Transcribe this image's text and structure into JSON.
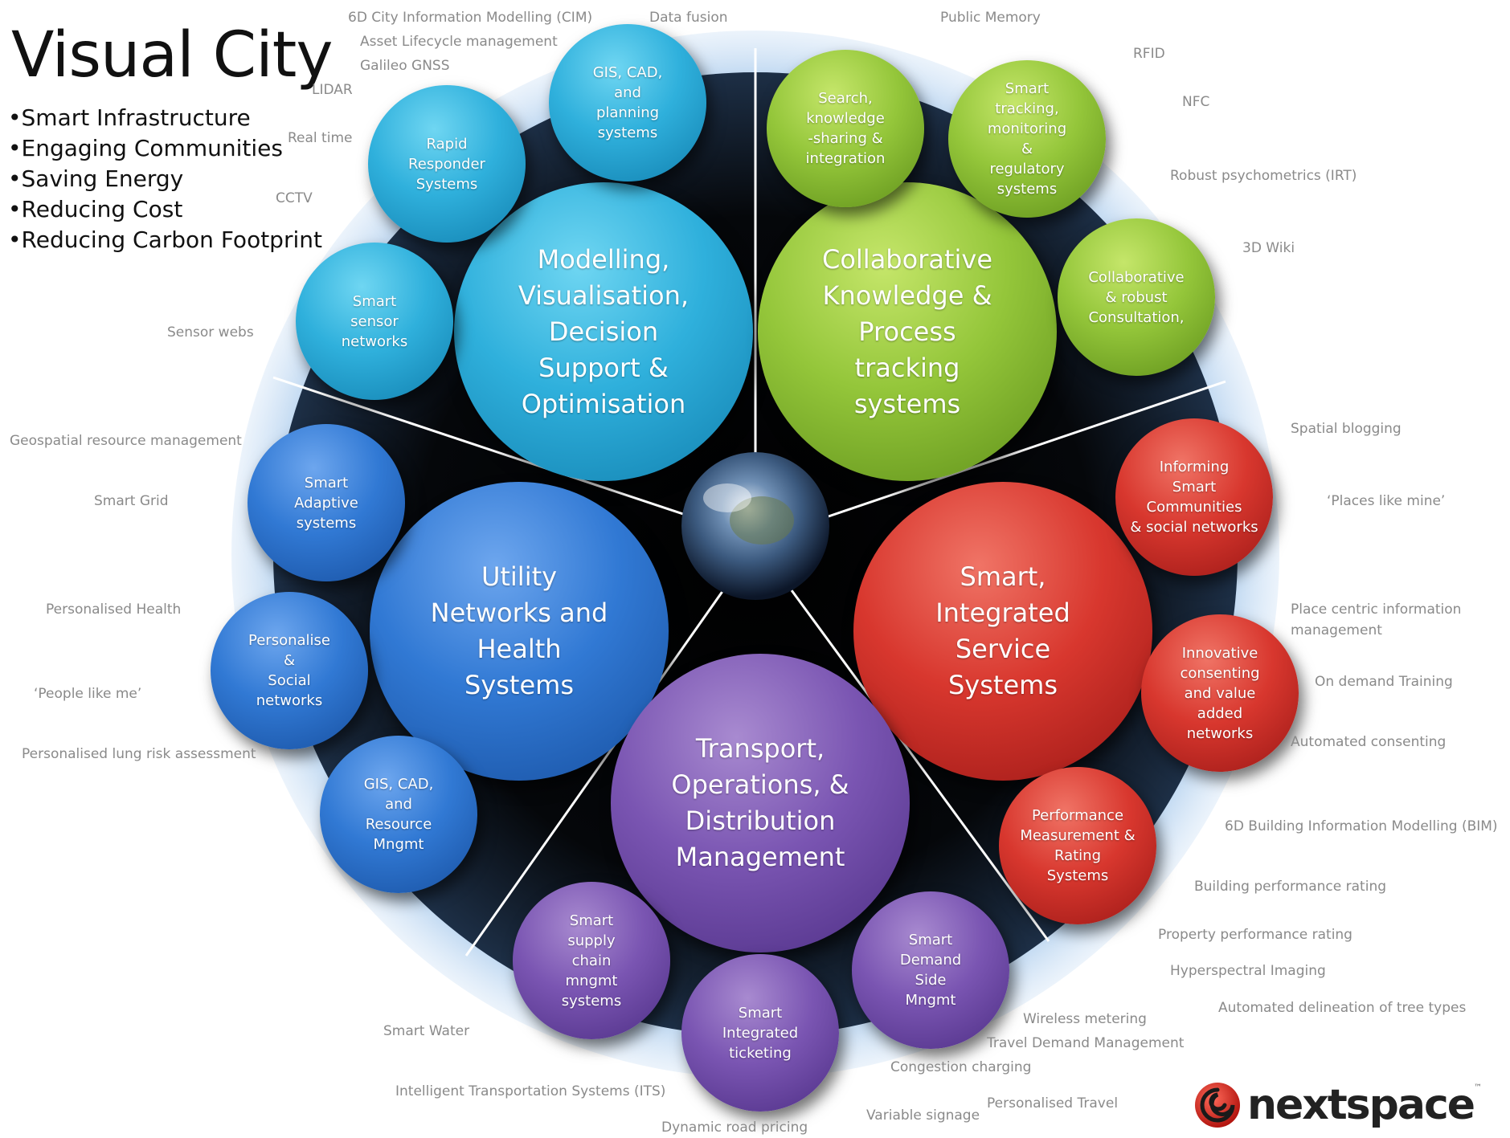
{
  "title": "Visual City",
  "bullets": [
    "•Smart Infrastructure",
    "•Engaging Communities",
    "•Saving Energy",
    "•Reducing Cost",
    "•Reducing Carbon Footprint"
  ],
  "colors": {
    "cyan": "#2fb0dc",
    "blue": "#3179d4",
    "green": "#94c63a",
    "red": "#d8372e",
    "purple": "#7a55b2",
    "halo": "#aacbec",
    "tag_text": "#8a8a8a"
  },
  "main_bubbles": [
    {
      "id": "modelling",
      "color": "cyan",
      "label": "Modelling,\nVisualisation,\nDecision\nSupport &\nOptimisation"
    },
    {
      "id": "collaborative",
      "color": "green",
      "label": "Collaborative\nKnowledge &\nProcess\ntracking\nsystems"
    },
    {
      "id": "utility",
      "color": "blue",
      "label": "Utility\nNetworks and\nHealth\nSystems"
    },
    {
      "id": "smart-integrated",
      "color": "red",
      "label": "Smart,\nIntegrated\nService\nSystems"
    },
    {
      "id": "transport",
      "color": "purple",
      "label": "Transport,\nOperations, &\nDistribution\nManagement"
    }
  ],
  "sub_bubbles": [
    {
      "id": "gis-cad-planning",
      "color": "cyan",
      "label": "GIS, CAD,\nand\nplanning\nsystems"
    },
    {
      "id": "rapid-responder",
      "color": "cyan",
      "label": "Rapid\nResponder\nSystems"
    },
    {
      "id": "smart-sensor",
      "color": "cyan",
      "label": "Smart\nsensor\nnetworks"
    },
    {
      "id": "search-knowledge",
      "color": "green",
      "label": "Search,\nknowledge\n-sharing &\nintegration"
    },
    {
      "id": "smart-tracking",
      "color": "green",
      "label": "Smart\ntracking,\nmonitoring\n&\nregulatory\nsystems"
    },
    {
      "id": "collab-consultation",
      "color": "green",
      "label": "Collaborative\n& robust\nConsultation,"
    },
    {
      "id": "informing-communities",
      "color": "red",
      "label": "Informing\nSmart\nCommunities\n& social networks"
    },
    {
      "id": "innovative-consenting",
      "color": "red",
      "label": "Innovative\nconsenting\nand value\nadded\nnetworks"
    },
    {
      "id": "performance-measurement",
      "color": "red",
      "label": "Performance\nMeasurement &\nRating\nSystems"
    },
    {
      "id": "smart-adaptive",
      "color": "blue",
      "label": "Smart\nAdaptive\nsystems"
    },
    {
      "id": "personalise-social",
      "color": "blue",
      "label": "Personalise\n&\nSocial\nnetworks"
    },
    {
      "id": "gis-cad-resource",
      "color": "blue",
      "label": "GIS, CAD,\nand\nResource\nMngmt"
    },
    {
      "id": "smart-supply-chain",
      "color": "purple",
      "label": "Smart\nsupply\nchain\nmngmt\nsystems"
    },
    {
      "id": "smart-ticketing",
      "color": "purple",
      "label": "Smart\nIntegrated\nticketing"
    },
    {
      "id": "smart-demand-side",
      "color": "purple",
      "label": "Smart\nDemand\nSide\nMngmt"
    }
  ],
  "tags": [
    "6D City Information Modelling (CIM)",
    "Data fusion",
    "Asset Lifecycle management",
    "Galileo GNSS",
    "LIDAR",
    "Real time",
    "CCTV",
    "Sensor webs",
    "Public Memory",
    "RFID",
    "NFC",
    "Robust psychometrics (IRT)",
    "3D Wiki",
    "Spatial blogging",
    "‘Places like mine’",
    "Place centric information",
    "management",
    "On demand Training",
    "Automated consenting",
    "6D Building Information Modelling (BIM)",
    "Building performance rating",
    "Property performance rating",
    "Hyperspectral Imaging",
    "Automated delineation of tree types",
    "Geospatial resource management",
    "Smart Grid",
    "Personalised Health",
    "‘People like me’",
    "Personalised lung risk assessment",
    "Smart Water",
    "Intelligent Transportation Systems (ITS)",
    "Dynamic road pricing",
    "Variable signage",
    "Personalised Travel",
    "Congestion charging",
    "Travel Demand Management",
    "Wireless metering"
  ],
  "logo": {
    "text": "nextspace",
    "mark": "™"
  }
}
